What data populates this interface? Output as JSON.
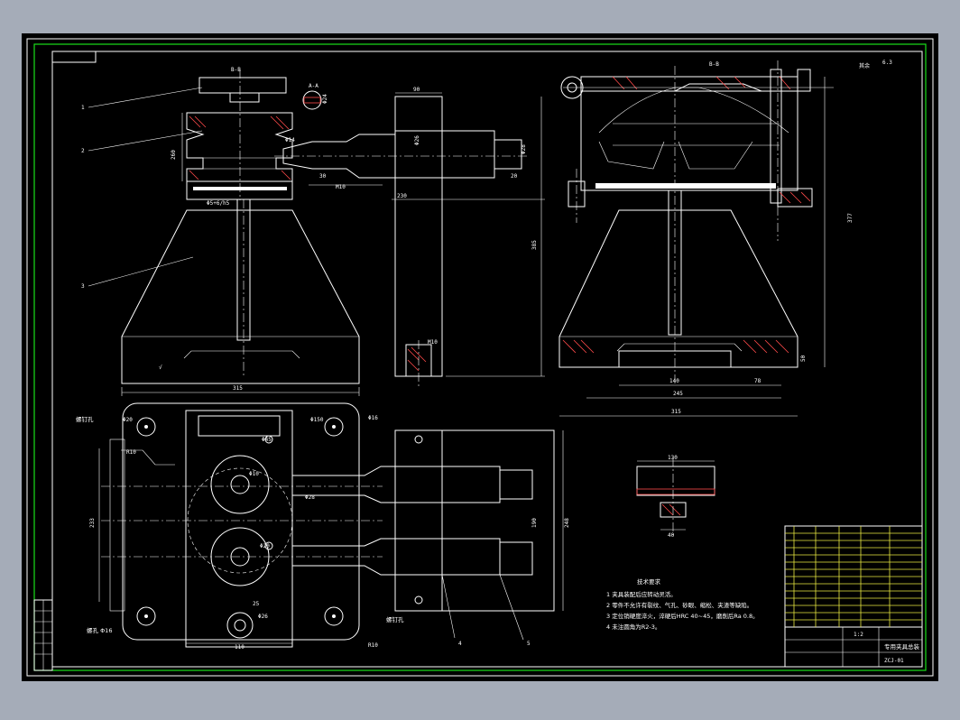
{
  "views": {
    "section_label_main": "B-B",
    "section_label_aa": "A-A",
    "front_fit": "Φ5+6/h5",
    "width_315": "315",
    "dim_260": "260",
    "dim_150": "150",
    "dim_20": "20",
    "dim_30": "30",
    "dim_90": "90",
    "dim_230": "230",
    "dim_385": "385",
    "dim_377": "377",
    "dim_140": "140",
    "dim_245": "245",
    "dim_78": "78",
    "dim_50": "50",
    "dim_40": "40",
    "dim_25": "25",
    "dim_16": "16",
    "dim_28": "28",
    "dim_190": "190",
    "dim_248": "248",
    "dim_233": "233",
    "dim_130": "130",
    "dim_110": "110",
    "dim_m10": "M10",
    "dim_r10": "R10",
    "phi_20": "Φ20",
    "phi_16": "Φ16",
    "phi_14": "Φ14",
    "phi_10": "Φ10",
    "phi_45": "Φ45",
    "phi_26": "Φ26",
    "phi_20b": "Φ20",
    "phi_28": "Φ28",
    "phi_24": "Φ24",
    "phi_150": "Φ150",
    "roughness": "其余",
    "roughness_val": "6.3"
  },
  "callouts": [
    "1",
    "2",
    "3",
    "4",
    "5"
  ],
  "side_notes": [
    "螺钉孔",
    "螺孔 Φ16",
    "螺钉孔"
  ],
  "tech_req": {
    "title": "技术要求",
    "items": [
      "1 夹具装配后应转动灵活。",
      "2 零件不允许有裂纹、气孔、砂眼、缩松、夹渣等缺陷。",
      "3 定位销硬度淬火，淬硬后HRC 40~45，磨削后Ra 0.8。",
      "4 未注圆角为R2-3。"
    ]
  },
  "title_block": {
    "drawing_name": "专用夹具总装",
    "drawing_no": "ZCJ-01",
    "scale": "1:2"
  },
  "colors": {
    "background": "#000000",
    "frame": "#ffffff",
    "outer": "#a5acb8",
    "border_green": "#19e019",
    "hatch": "#ff4a4a",
    "table_text": "#f0f040"
  }
}
